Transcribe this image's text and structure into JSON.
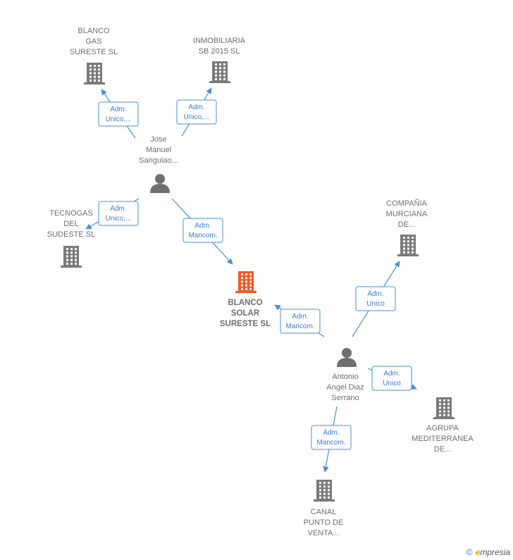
{
  "nodes": [
    {
      "id": "blanco-gas",
      "type": "company",
      "lines": [
        "BLANCO",
        "GAS",
        "SURESTE SL"
      ]
    },
    {
      "id": "inmobiliaria",
      "type": "company",
      "lines": [
        "INMOBILIARIA",
        "SB 2015  SL"
      ]
    },
    {
      "id": "jose",
      "type": "person",
      "lines": [
        "Jose",
        "Manuel",
        "Sanguiao..."
      ]
    },
    {
      "id": "tecnogas",
      "type": "company",
      "lines": [
        "TECNOGAS",
        "DEL",
        "SUDESTE  SL"
      ]
    },
    {
      "id": "compania",
      "type": "company",
      "lines": [
        "COMPAÑIA",
        "MURCIANA",
        "DE..."
      ]
    },
    {
      "id": "blanco-solar",
      "type": "company-main",
      "lines": [
        "BLANCO",
        "SOLAR",
        "SURESTE  SL"
      ]
    },
    {
      "id": "antonio",
      "type": "person",
      "lines": [
        "Antonio",
        "Angel Diaz",
        "Serrano"
      ]
    },
    {
      "id": "agrupa",
      "type": "company",
      "lines": [
        "AGRUPA",
        "MEDITERRANEA",
        "DE..."
      ]
    },
    {
      "id": "canal",
      "type": "company",
      "lines": [
        "CANAL",
        "PUNTO DE",
        "VENTA..."
      ]
    }
  ],
  "edges": [
    {
      "from": "jose",
      "to": "blanco-gas",
      "label": [
        "Adm.",
        "Unico,..."
      ]
    },
    {
      "from": "jose",
      "to": "inmobiliaria",
      "label": [
        "Adm.",
        "Unico,..."
      ]
    },
    {
      "from": "jose",
      "to": "tecnogas",
      "label": [
        "Adm.",
        "Unico,..."
      ]
    },
    {
      "from": "jose",
      "to": "blanco-solar",
      "label": [
        "Adm.",
        "Mancom."
      ]
    },
    {
      "from": "antonio",
      "to": "blanco-solar",
      "label": [
        "Adm.",
        "Mancom."
      ]
    },
    {
      "from": "antonio",
      "to": "compania",
      "label": [
        "Adm.",
        "Unico"
      ]
    },
    {
      "from": "antonio",
      "to": "agrupa",
      "label": [
        "Adm.",
        "Unico"
      ]
    },
    {
      "from": "antonio",
      "to": "canal",
      "label": [
        "Adm.",
        "Mancom."
      ]
    }
  ],
  "footer": {
    "copyright": "©",
    "brand_initial": "e",
    "brand_rest": "mpresia"
  }
}
